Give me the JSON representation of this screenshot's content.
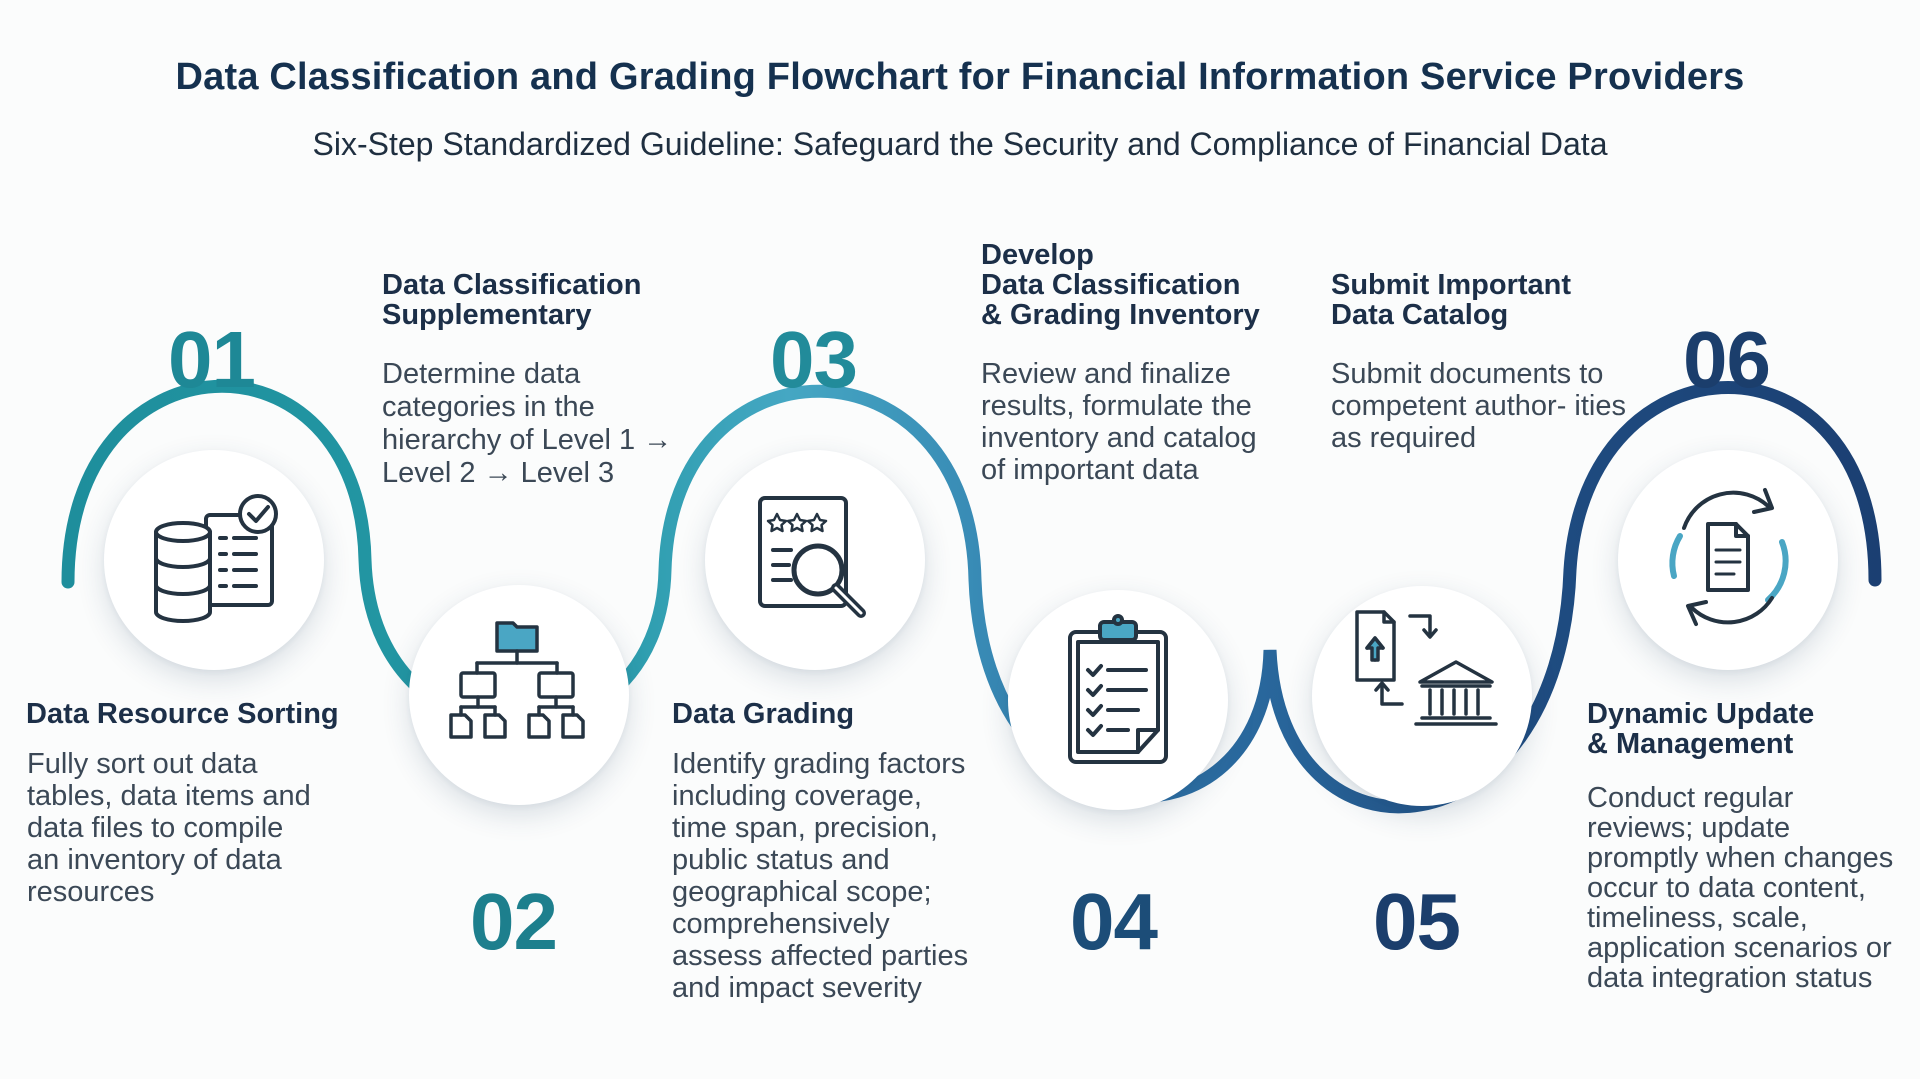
{
  "header": {
    "title": "Data Classification and Grading Flowchart for Financial Information Service Providers",
    "subtitle": "Six-Step Standardized Guideline: Safeguard the Security and Compliance of Financial Data"
  },
  "colors": {
    "teal": "#1e8d9b",
    "teal_light": "#45a5c1",
    "blue_mid": "#2c6fa6",
    "navy": "#1b4173",
    "title": "#15314f",
    "icon_stroke": "#243341",
    "icon_accent": "#4aa6c4"
  },
  "steps": [
    {
      "number": "01",
      "title_lines": [
        "Data Resource Sorting"
      ],
      "description": "Fully sort out data tables, data items and data files to compile an inventory of data resources",
      "icon": "database-checklist-icon"
    },
    {
      "number": "02",
      "title_lines": [
        "Data Classification",
        "Supplementary"
      ],
      "description": "Determine data categories in the hierarchy of Level 1 → Level 2 → Level 3",
      "icon": "hierarchy-folder-icon"
    },
    {
      "number": "03",
      "title_lines": [
        "Data Grading"
      ],
      "description": "Identify grading factors including coverage, time span, precision, public status and geographical scope; comprehensively assess affected parties and impact severity",
      "icon": "rated-document-magnifier-icon"
    },
    {
      "number": "04",
      "title_lines": [
        "Develop",
        "Data Classification",
        "& Grading Inventory"
      ],
      "description": "Review and finalize results, formulate the inventory and catalog of important data",
      "icon": "clipboard-checklist-icon"
    },
    {
      "number": "05",
      "title_lines": [
        "Submit Important",
        "Data Catalog"
      ],
      "description": "Submit documents to competent author- ities as required",
      "icon": "upload-to-authority-icon"
    },
    {
      "number": "06",
      "title_lines": [
        "Dynamic Update",
        "& Management"
      ],
      "description": "Conduct regular reviews; update promptly when changes occur to data content, timeliness, scale, application scenarios or data integration status",
      "icon": "cycle-document-icon"
    }
  ]
}
